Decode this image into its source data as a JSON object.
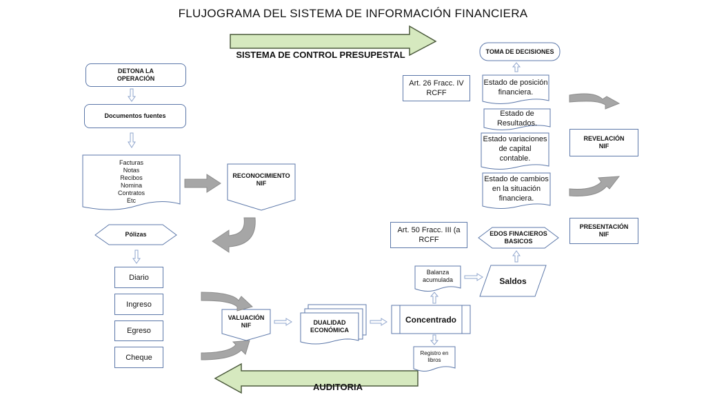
{
  "title": "FLUJOGRAMA DEL SISTEMA DE INFORMACIÓN FINANCIERA",
  "top_arrow_label": "SISTEMA DE CONTROL PRESUPESTAL",
  "bottom_arrow_label": "AUDITORIA",
  "nodes": {
    "detona": "DETONA LA\nOPERACIÓN",
    "documentos": "Documentos fuentes",
    "lista_documentos": [
      "Facturas",
      "Notas",
      "Recibos",
      "Nomina",
      "Contratos",
      "Etc"
    ],
    "reconocimiento": "RECONOCIMIENTO\nNIF",
    "polizas": "Pólizas",
    "diario": "Diario",
    "ingreso": "Ingreso",
    "egreso": "Egreso",
    "cheque": "Cheque",
    "valuacion": "VALUACIÓN\nNIF",
    "dualidad": "DUALIDAD\nECONÓMICA",
    "concentrado": "Concentrado",
    "registro": "Registro en\nlibros",
    "balanza": "Balanza\nacumulada",
    "saldos": "Saldos",
    "edos": "EDOS FINACIEROS\nBASICOS",
    "art50": "Art. 50 Fracc. III (a\nRCFF",
    "art26": "Art. 26 Fracc. IV\nRCFF",
    "toma": "TOMA DE DECISIONES",
    "estado_posicion": "Estado de posición\nfinanciera.",
    "estado_resultados": "Estado de\nResultados.",
    "estado_variaciones": "Estado variaciones\nde capital\ncontable.",
    "estado_cambios": "Estado de cambios\nen la situación\nfinanciera.",
    "revelacion": "REVELACIÓN\nNIF",
    "presentacion": "PRESENTACIÓN\nNIF"
  },
  "colors": {
    "green_arrow_fill": "#d6e9bf",
    "green_arrow_stroke": "#4b5a3c",
    "gray_arrow": "#a6a6a6",
    "box_border": "#5a76a8",
    "small_arrow": "#8ea4cc"
  }
}
